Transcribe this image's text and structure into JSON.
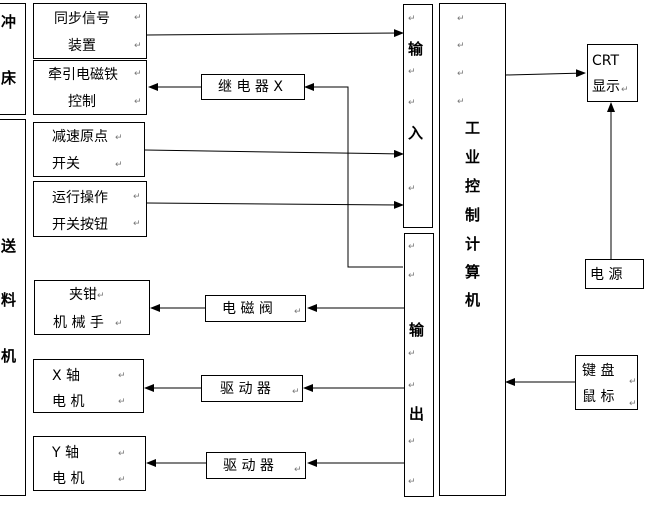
{
  "press": "冲床",
  "feeder": "送料机",
  "sync_device": [
    "同步信号",
    "装置"
  ],
  "traction": [
    "牵引电磁铁",
    "控制"
  ],
  "relay": "继 电 器  X",
  "decel_switch": [
    "减速原点",
    "开关"
  ],
  "run_button": [
    "运行操作",
    "开关按钮"
  ],
  "gripper": [
    "夹钳",
    "机 械 手"
  ],
  "solenoid_valve": "电 磁 阀",
  "x_motor": [
    "X       轴",
    "电      机"
  ],
  "x_driver": "驱   动   器",
  "y_motor": [
    "Y       轴",
    "电      机"
  ],
  "y_driver": "驱 动 器",
  "input": "输入",
  "output": "输出",
  "ipc": "工业控制计算机",
  "crt": [
    "CRT",
    "显示"
  ],
  "power": "电   源",
  "keyboard": [
    "键      盘",
    "鼠   标"
  ],
  "para_mark": "↵"
}
